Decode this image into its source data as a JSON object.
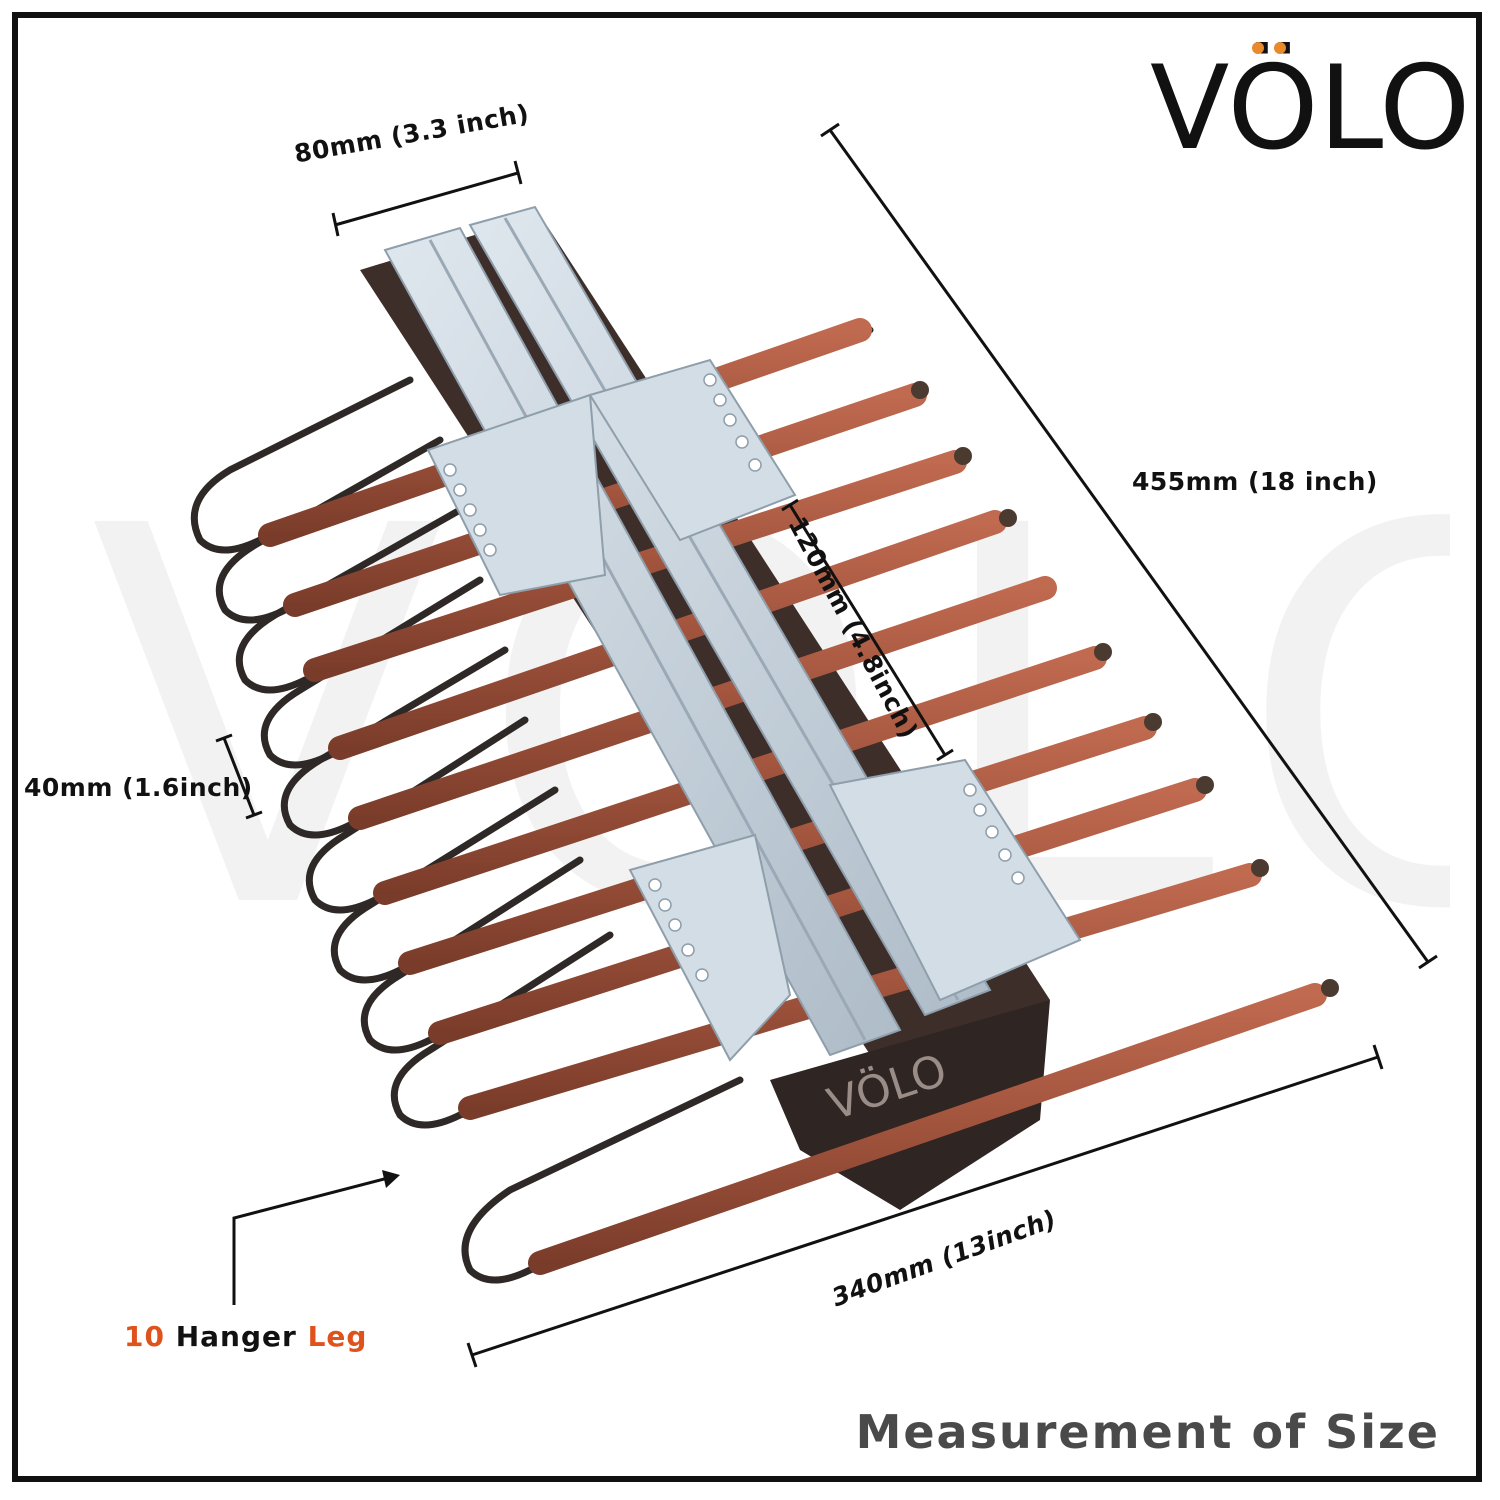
{
  "brand": {
    "logo_text": "VÖLO",
    "product_emboss": "VÖLO",
    "accent_color": "#e0521c",
    "dots_color": "#e8892c"
  },
  "dimensions": {
    "width_rail": "80mm (3.3 inch)",
    "length_total": "455mm (18 inch)",
    "rail_spacing": "120mm (4.8inch)",
    "leg_spacing": "40mm (1.6inch)",
    "depth": "340mm (13inch)"
  },
  "hanger": {
    "count": "10",
    "word": "Hanger",
    "part": "Leg"
  },
  "footer": {
    "title": "Measurement of Size"
  },
  "colors": {
    "foam": "#a0533c",
    "wire": "#2e2926",
    "steel": "#c3d0da",
    "frame_dark": "#3d2e2a"
  }
}
